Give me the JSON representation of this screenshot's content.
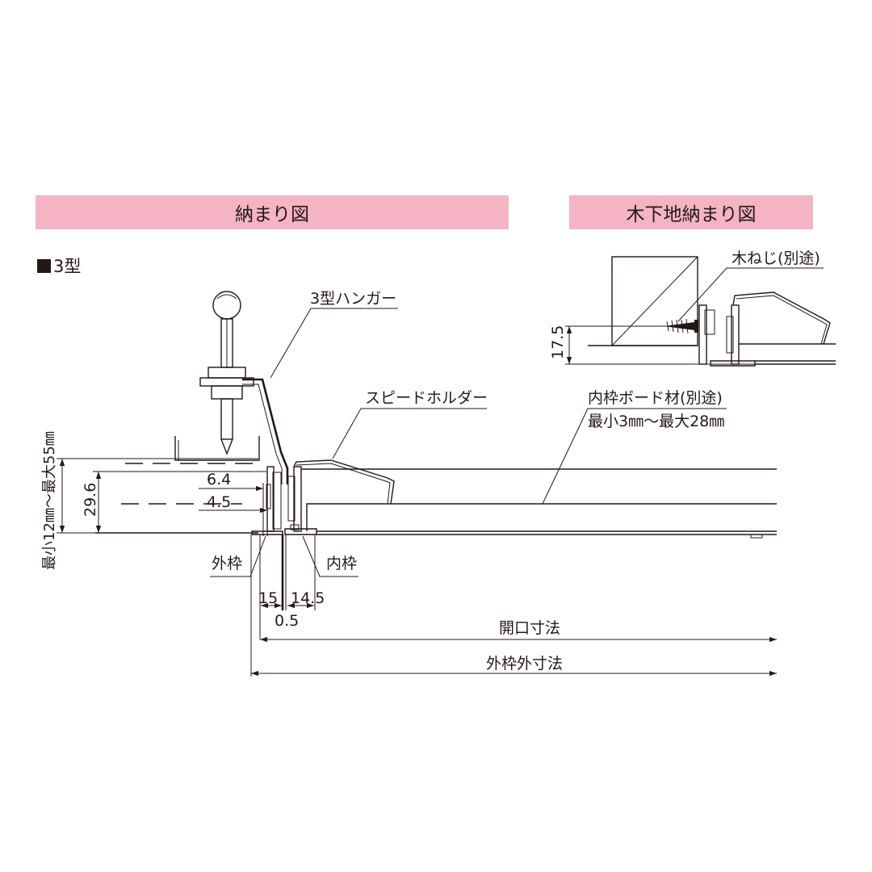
{
  "header": {
    "main_title": "納まり図",
    "wood_title": "木下地納まり図"
  },
  "type_label": "3型",
  "callouts": {
    "hanger": "3型ハンガー",
    "speed_holder": "スピードホルダー",
    "inner_board": "内枠ボード材(別途)",
    "inner_board_range": "最小3㎜～最大28㎜",
    "outer_frame": "外枠",
    "inner_frame": "内枠",
    "wood_screw": "木ねじ(別途)"
  },
  "dimensions": {
    "ceiling_range": "最小12㎜～最大55㎜",
    "height": "29.6",
    "d1": "6.4",
    "d2": "4.5",
    "w_outer": "15",
    "w_inner": "14.5",
    "w_gap": "0.5",
    "opening": "開口寸法",
    "outer_size": "外枠外寸法",
    "wood_height": "17.5"
  },
  "colors": {
    "banner": "#f4b4c4",
    "line": "#231815"
  }
}
